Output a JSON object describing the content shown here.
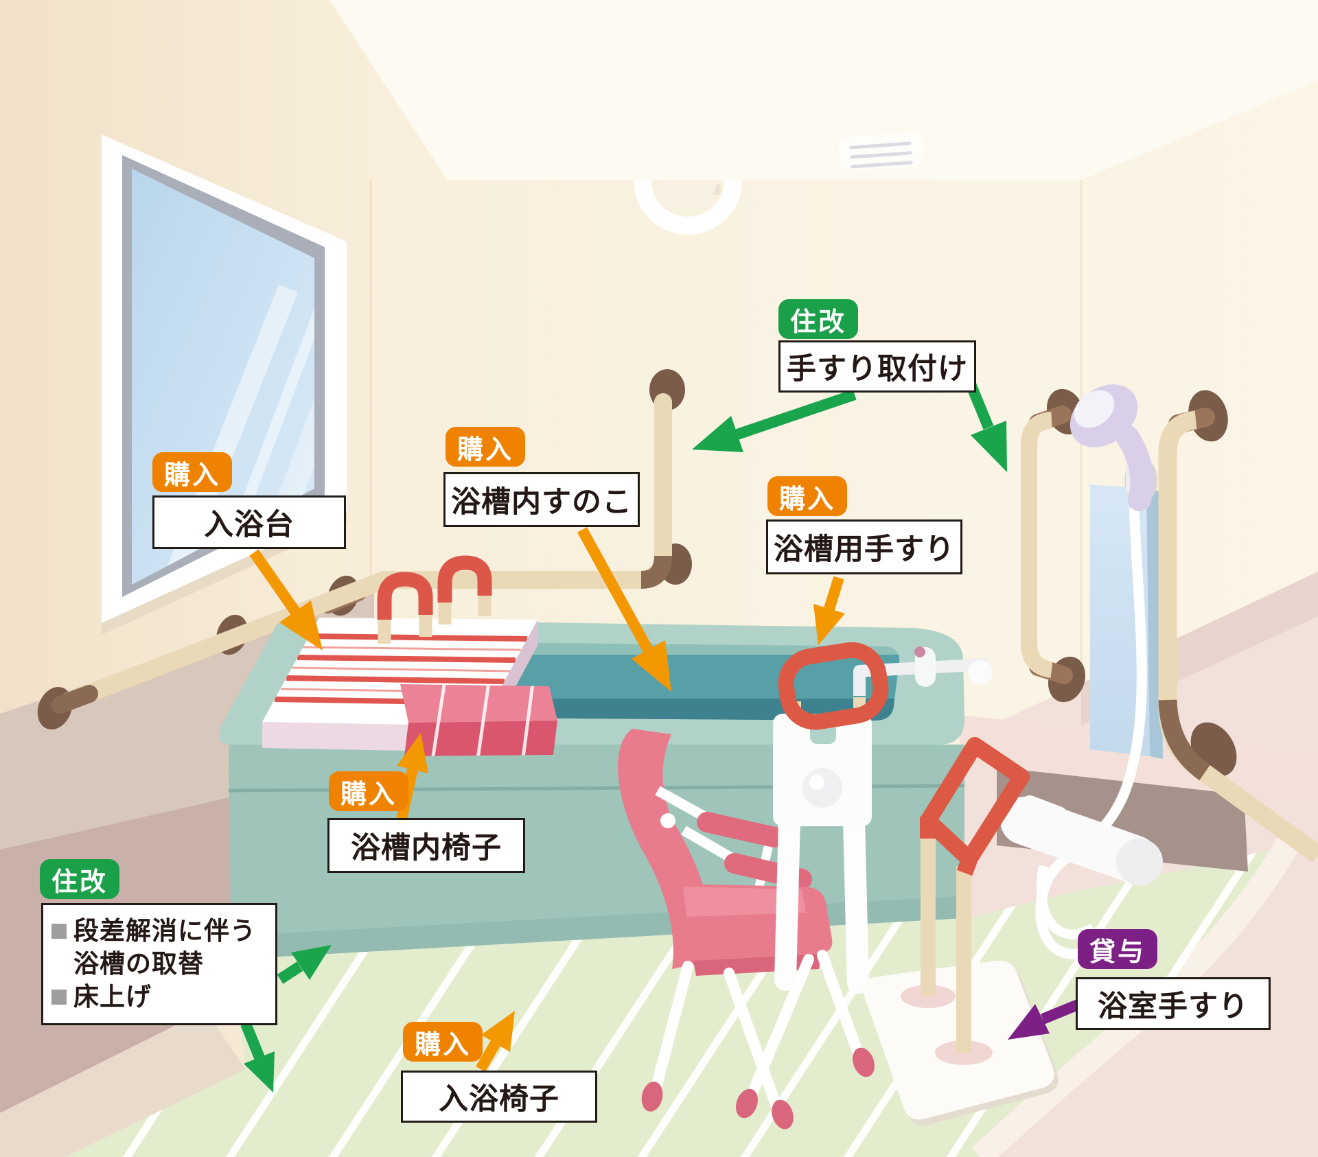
{
  "colors": {
    "purchase_badge": "#ef8200",
    "renovation_badge": "#1aa048",
    "rental_badge": "#7c2086",
    "arrow_orange": "#f39800",
    "arrow_green": "#1aa54c",
    "arrow_purple": "#7c2086",
    "label_border": "#221c17",
    "label_text": "#231815",
    "bullet": "#9e9e9e"
  },
  "annotations": [
    {
      "badge": "住改",
      "type": "renovation",
      "label": "手すり取付け"
    },
    {
      "badge": "購入",
      "type": "purchase",
      "label": "入浴台"
    },
    {
      "badge": "購入",
      "type": "purchase",
      "label": "浴槽内すのこ"
    },
    {
      "badge": "購入",
      "type": "purchase",
      "label": "浴槽用手すり"
    },
    {
      "badge": "購入",
      "type": "purchase",
      "label": "浴槽内椅子"
    },
    {
      "badge": "住改",
      "type": "renovation",
      "items": [
        "段差解消に伴う浴槽の取替",
        "床上げ"
      ]
    },
    {
      "badge": "購入",
      "type": "purchase",
      "label": "入浴椅子"
    },
    {
      "badge": "貸与",
      "type": "rental",
      "label": "浴室手すり"
    }
  ]
}
